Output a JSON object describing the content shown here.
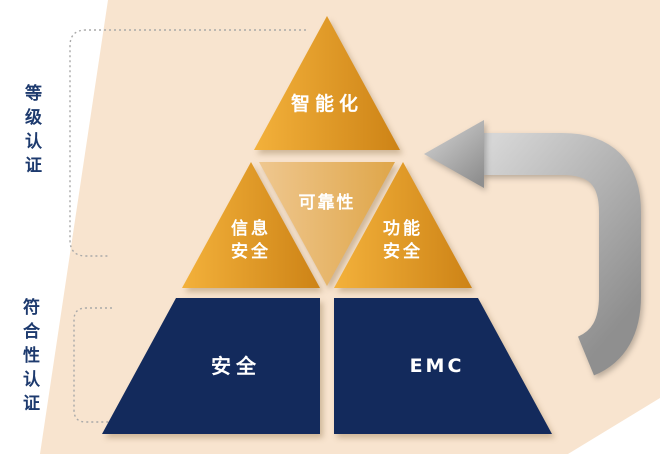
{
  "labels": {
    "top_triangle": "智能化",
    "middle_left_line1": "信息",
    "middle_left_line2": "安全",
    "middle_center": "可靠性",
    "middle_right_line1": "功能",
    "middle_right_line2": "安全",
    "bottom_left": "安全",
    "bottom_right": "EMC",
    "side_top": "等级认证",
    "side_bottom": "符合性认证"
  },
  "colors": {
    "background_band": "#f8e4cf",
    "orange_light": "#f3b13b",
    "orange_dark": "#cd8316",
    "sand_light": "#efc78f",
    "sand_dark": "#dfa649",
    "navy": "#132a5c",
    "arrow_light": "#d6d6d6",
    "arrow_dark": "#8f8f8f",
    "side_label_text": "#1d3a6e"
  }
}
